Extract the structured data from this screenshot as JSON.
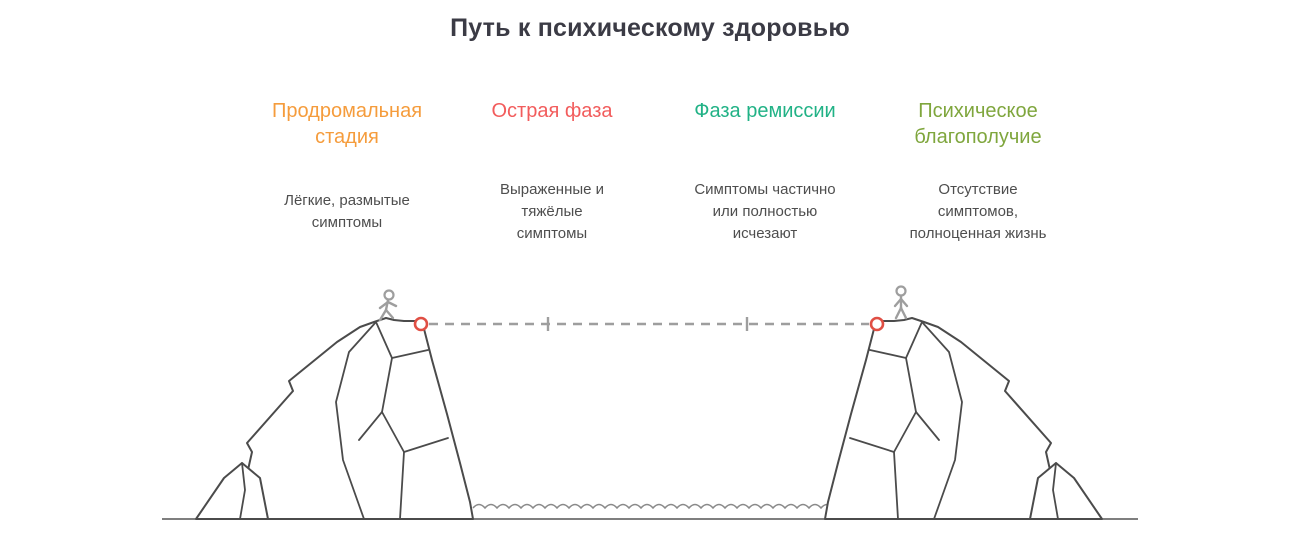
{
  "title": "Путь к психическому здоровью",
  "stages": [
    {
      "label": "Продромальная\nстадия",
      "description": "Лёгкие, размытые\nсимптомы",
      "color": "#f59c3c"
    },
    {
      "label": "Острая фаза",
      "description": "Выраженные и\nтяжёлые\nсимптомы",
      "color": "#f25c5c"
    },
    {
      "label": "Фаза ремиссии",
      "description": "Симптомы частично\nили полностью\nисчезают",
      "color": "#21b286"
    },
    {
      "label": "Психическое\nблагополучие",
      "description": "Отсутствие\nсимптомов,\nполноценная жизнь",
      "color": "#7fa63d"
    }
  ],
  "illustration": {
    "anchor_marker_color": "#e04f44",
    "outline_color": "#4b4b4b",
    "figure_color": "#9e9e9e"
  }
}
